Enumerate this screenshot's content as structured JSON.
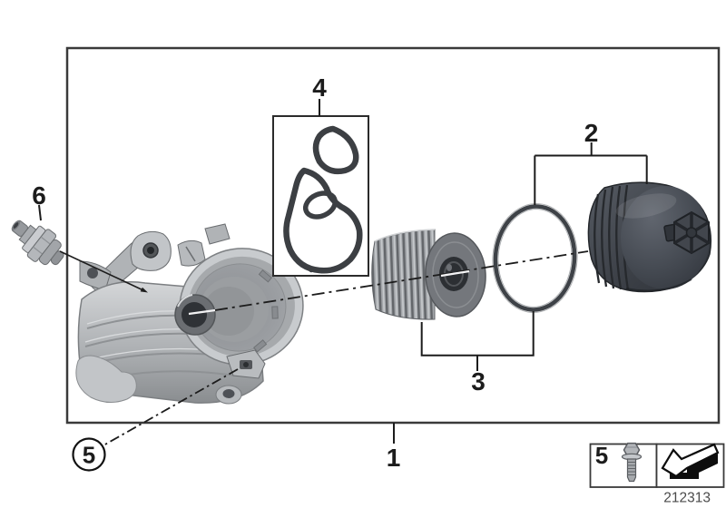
{
  "diagram": {
    "drawing_number": "212313",
    "callouts": {
      "assembly": "1",
      "cap_group": "2",
      "filter_group": "3",
      "gasket": "4",
      "screw": "5",
      "sensor": "6"
    },
    "legend": {
      "screw_item": "5"
    },
    "icons": {
      "legend_screw": "bolt-icon",
      "legend_arrow": "replacement-direction-arrow-icon"
    },
    "colors": {
      "background": "#ffffff",
      "line": "#1c1c1c",
      "frame": "#3a3a3a",
      "metal_light": "#c9cccf",
      "metal_mid": "#a9acb0",
      "metal_dark": "#7d8084",
      "dark_plastic": "#41454c",
      "gasket": "#3c3f43",
      "drawing_number_text": "#4a4a4a"
    }
  }
}
